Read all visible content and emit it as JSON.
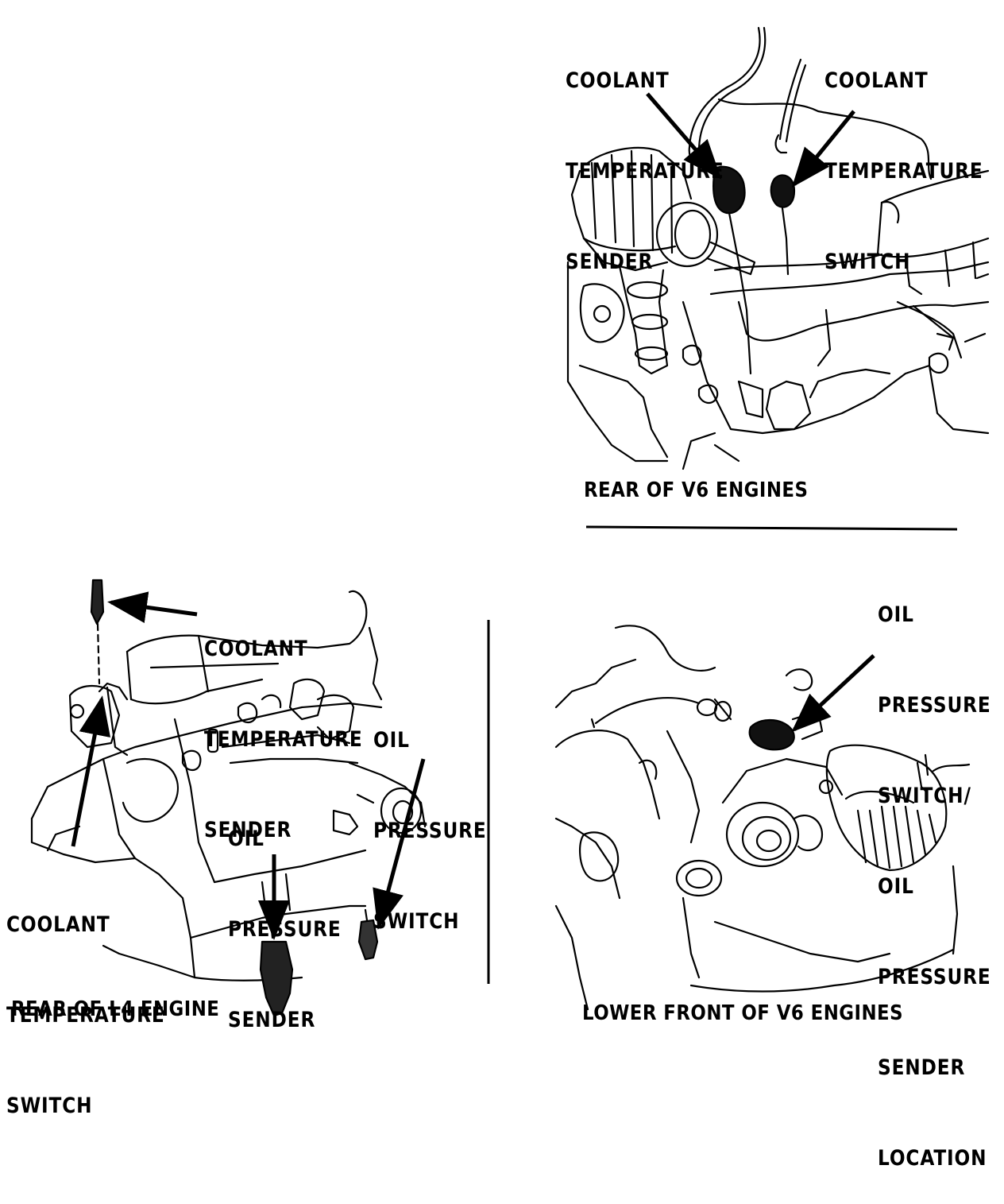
{
  "panels": {
    "v6_rear": {
      "caption": "REAR OF V6 ENGINES",
      "sender_label": [
        "COOLANT",
        "TEMPERATURE",
        "SENDER"
      ],
      "switch_label": [
        "COOLANT",
        "TEMPERATURE",
        "SWITCH"
      ]
    },
    "v6_front": {
      "caption": "LOWER FRONT OF V6 ENGINES",
      "oil_label": [
        "OIL",
        "PRESSURE",
        "SWITCH/",
        "OIL",
        "PRESSURE",
        "SENDER",
        "LOCATION"
      ]
    },
    "l4_rear": {
      "caption": "REAR OF L4 ENGINE",
      "coolant_sender_label": [
        "COOLANT",
        "TEMPERATURE",
        "SENDER"
      ],
      "oil_switch_label": [
        "OIL",
        "PRESSURE",
        "SWITCH"
      ],
      "oil_sender_label": [
        "OIL",
        "PRESSURE",
        "SENDER"
      ],
      "coolant_switch_label": [
        "COOLANT",
        "TEMPERATURE",
        "SWITCH"
      ]
    }
  }
}
